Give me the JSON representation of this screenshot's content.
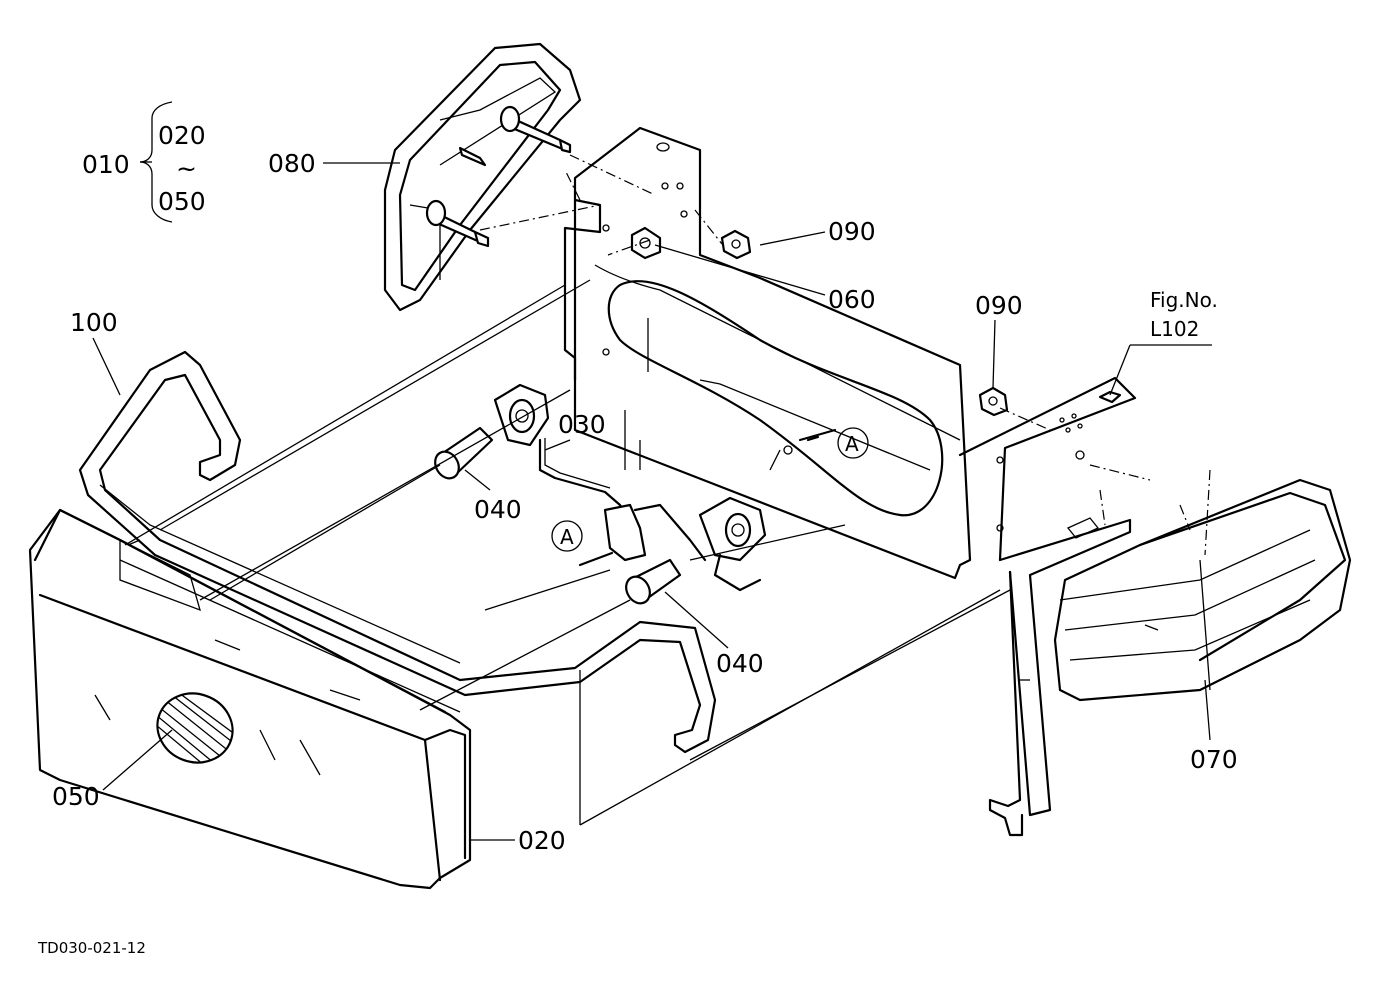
{
  "diagram": {
    "drawing_code": "TD030-021-12",
    "figure_ref": {
      "line1": "Fig.No.",
      "line2": "L102"
    },
    "assembly": {
      "parent": "010",
      "range_start": "020",
      "range_symbol": "~",
      "range_end": "050"
    },
    "callouts": {
      "c020": "020",
      "c030": "030",
      "c040a": "040",
      "c040b": "040",
      "c050": "050",
      "c060": "060",
      "c070": "070",
      "c080": "080",
      "c090a": "090",
      "c090b": "090",
      "c100": "100",
      "viewA1": "A",
      "viewA2": "A"
    }
  }
}
